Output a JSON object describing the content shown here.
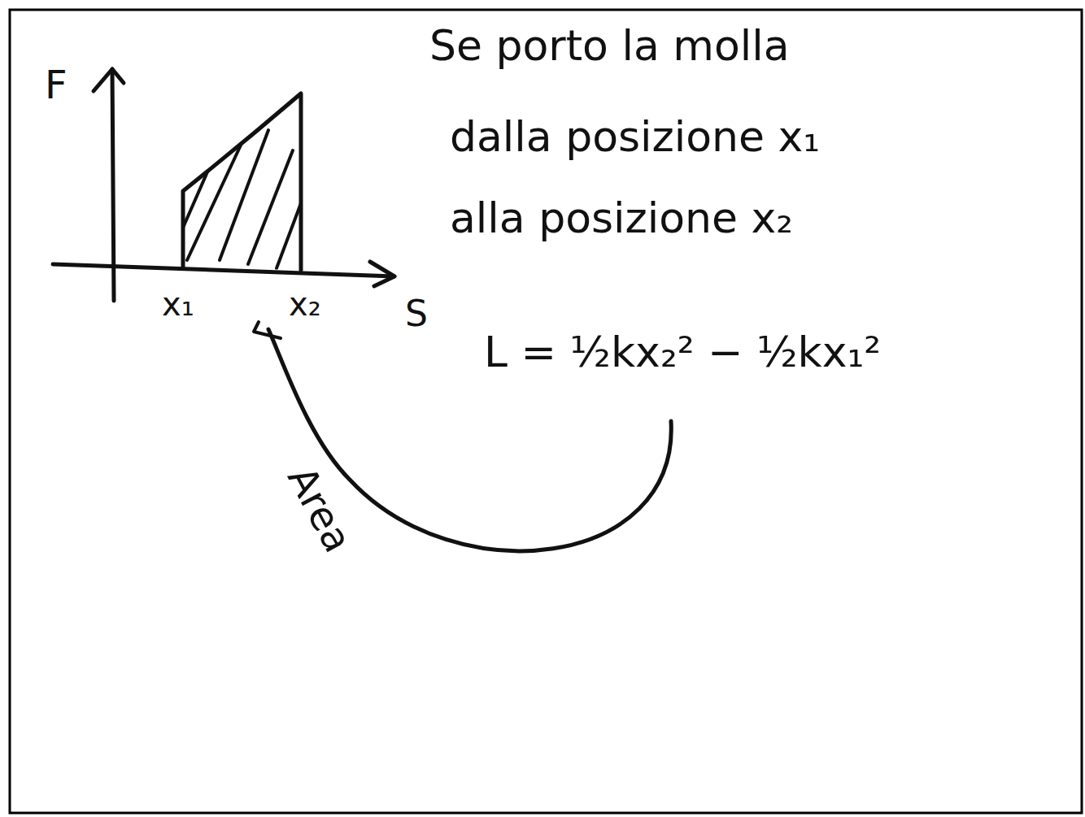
{
  "diagram": {
    "labels": [
      "F",
      "x₁",
      "x₂",
      "S",
      "Se porto la molla",
      "dalla posizione x₁",
      "alla posizione x₂",
      "L = ½kx₂² − ½kx₁²",
      "Area"
    ]
  }
}
